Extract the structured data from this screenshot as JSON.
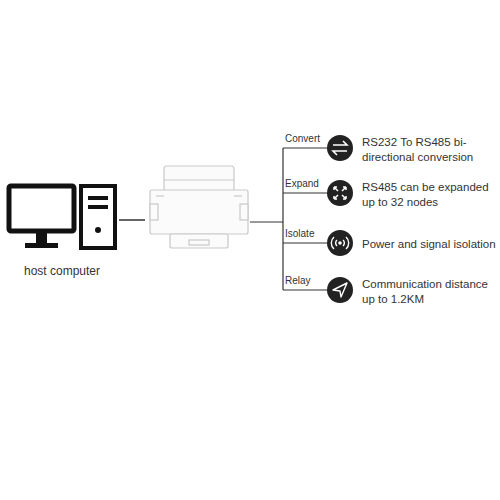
{
  "diagram": {
    "labels": [
      "host computer",
      "Convert",
      "RS232 To RS485 bi-directional conversion",
      "Expand",
      "RS485 can be expanded up to 32 nodes",
      "Isolate",
      "Power and signal isolation",
      "Relay",
      "Communication distance up to 1.2KM"
    ]
  }
}
